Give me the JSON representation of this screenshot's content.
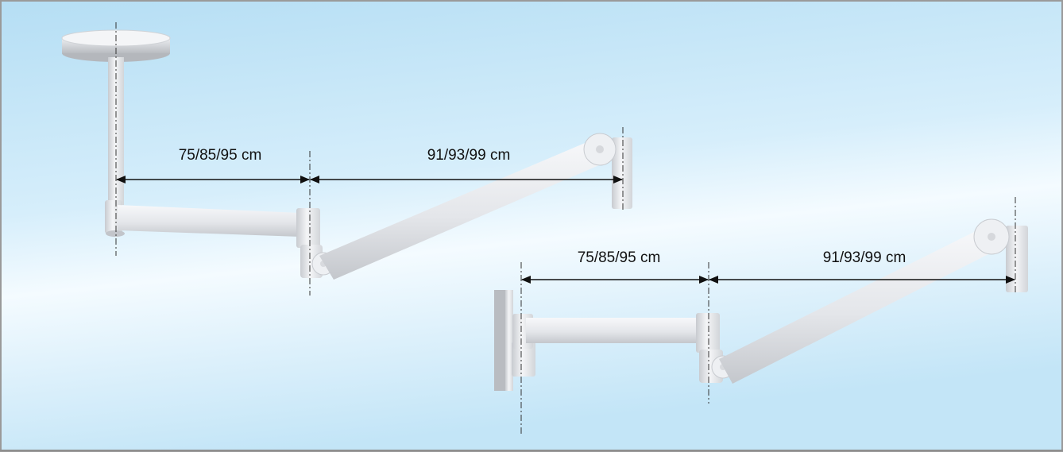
{
  "ceiling_mount": {
    "arm1_length_label": "75/85/95 cm",
    "arm2_length_label": "91/93/99 cm"
  },
  "wall_mount": {
    "arm1_length_label": "75/85/95 cm",
    "arm2_length_label": "91/93/99 cm"
  },
  "colors": {
    "background_top": "#b9e0f5",
    "background_mid": "#e8f6fd",
    "arm_light": "#f2f3f5",
    "arm_shade": "#c9ccd1",
    "dimension_line": "#111111",
    "frame": "#9a9a9a"
  }
}
